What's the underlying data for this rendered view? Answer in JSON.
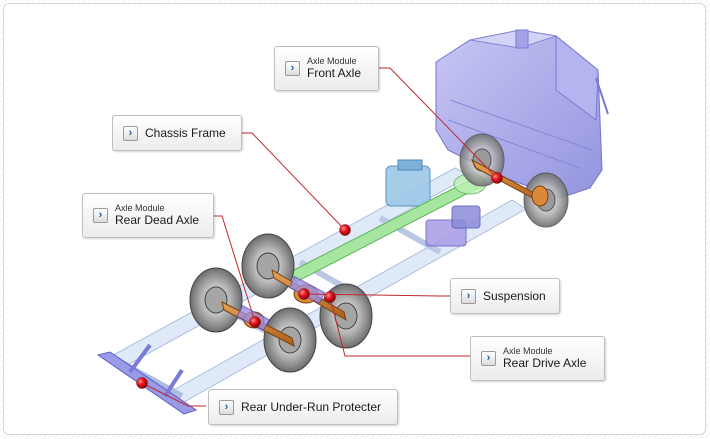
{
  "callouts": {
    "front_axle": {
      "module": "Axle Module",
      "label": "Front Axle"
    },
    "chassis_frame": {
      "label": "Chassis Frame"
    },
    "rear_dead_axle": {
      "module": "Axle Module",
      "label": "Rear Dead Axle"
    },
    "suspension": {
      "label": "Suspension"
    },
    "rear_drive_axle": {
      "module": "Axle Module",
      "label": "Rear Drive Axle"
    },
    "rear_under_run": {
      "label": "Rear Under-Run Protecter"
    }
  },
  "icons": {
    "callout_arrow": "chevron-right-icon",
    "hotspot": "red-dot-icon"
  },
  "colors": {
    "leader_line": "#c0282d",
    "hotspot": "#d11f25",
    "cab": "#8a8ae8",
    "axle": "#c97a2a",
    "frame": "#c7d6f0",
    "driveshaft": "#7ed07a"
  }
}
